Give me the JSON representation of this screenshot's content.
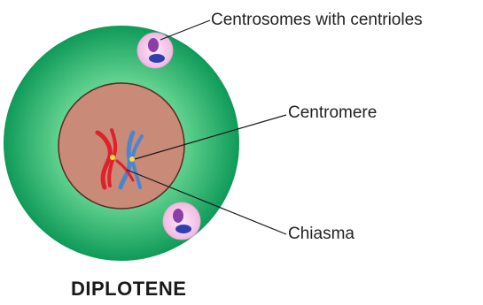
{
  "labels": {
    "centrosomes": "Centrosomes with centrioles",
    "centromere": "Centromere",
    "chiasma": "Chiasma",
    "stage": "DIPLOTENE"
  },
  "colors": {
    "cytoplasm_outer": "#0f9a58",
    "cytoplasm_inner": "#a9efbd",
    "nucleus": "#c98a78",
    "chromosome_red": "#e0202a",
    "chromosome_blue": "#4a86d0",
    "centrosome_halo": "#f6c7e8",
    "centriole_purple": "#8a3fa8",
    "centriole_blue": "#2e3fb0",
    "centromere_dot": "#f4df3a"
  }
}
